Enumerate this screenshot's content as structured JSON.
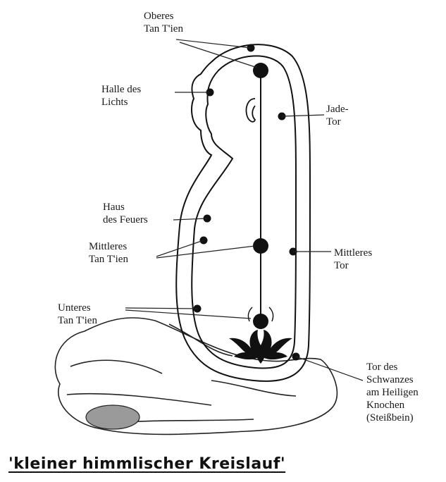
{
  "labels": {
    "oberes_tan_tien": "Oberes\nTan T'ien",
    "halle_des_lichts": "Halle des\nLichts",
    "jade_tor": "Jade-\nTor",
    "haus_des_feuers": "Haus\ndes Feuers",
    "mittleres_tan_tien": "Mittleres\nTan T'ien",
    "mittleres_tor": "Mittleres\nTor",
    "unteres_tan_tien": "Unteres\nTan T'ien",
    "tor_des_schwanzes": "Tor des\nSchwanzes\nam Heiligen\nKnochen\n(Steißbein)"
  },
  "caption": "'kleiner himmlischer Kreislauf'",
  "colors": {
    "ink": "#111111",
    "cushion_fill": "#9a9a9a"
  }
}
